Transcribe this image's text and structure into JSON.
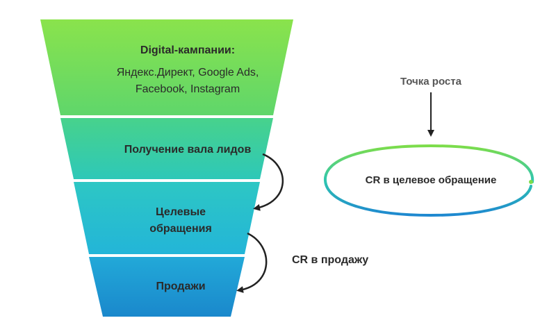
{
  "funnel": {
    "stage1": {
      "title": "Digital-кампании:",
      "line1": "Яндекс.Директ, Google Ads,",
      "line2": "Facebook, Instagram"
    },
    "stage2": {
      "label": "Получение вала лидов"
    },
    "stage3": {
      "line1": "Целевые",
      "line2": "обращения"
    },
    "stage4": {
      "label": "Продажи"
    }
  },
  "annotations": {
    "cr_sale": "CR в продажу",
    "growth_point": "Точка роста",
    "cr_target": "CR в целевое обращение"
  },
  "colors": {
    "green": "#7ee04a",
    "teal": "#33c9b3",
    "cyan": "#29c0d6",
    "blue": "#1e90d2",
    "arrow": "#222222"
  }
}
